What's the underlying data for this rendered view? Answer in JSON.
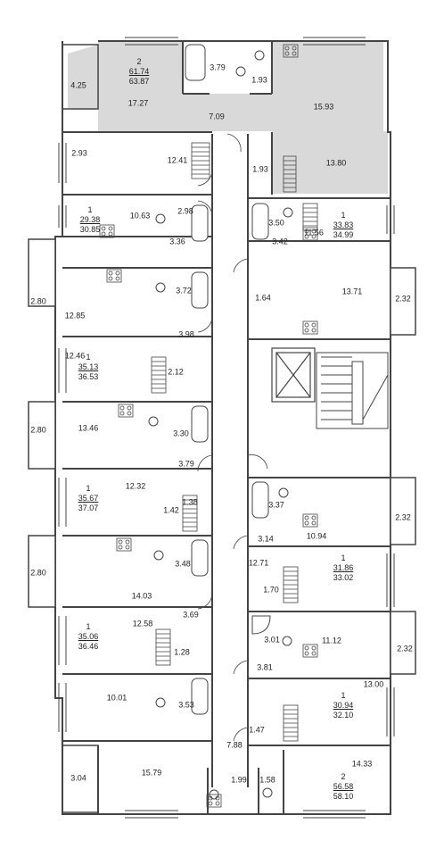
{
  "apartments": [
    {
      "rooms": "2",
      "living": "61.74",
      "total": "63.87"
    },
    {
      "rooms": "1",
      "living": "29.38",
      "total": "30.85"
    },
    {
      "rooms": "1",
      "living": "33.83",
      "total": "34.99"
    },
    {
      "rooms": "1",
      "living": "35.13",
      "total": "36.53"
    },
    {
      "rooms": "1",
      "living": "35.67",
      "total": "37.07"
    },
    {
      "rooms": "1",
      "living": "31.86",
      "total": "33.02"
    },
    {
      "rooms": "1",
      "living": "35.06",
      "total": "36.46"
    },
    {
      "rooms": "1",
      "living": "30.94",
      "total": "32.10"
    },
    {
      "rooms": "2",
      "living": "56.58",
      "total": "58.10"
    }
  ],
  "areas": [
    "4.25",
    "3.79",
    "1.93",
    "17.27",
    "7.09",
    "15.93",
    "1.93",
    "13.80",
    "2.93",
    "12.41",
    "2.98",
    "10.63",
    "3.36",
    "3.50",
    "3.42",
    "11.56",
    "2.80",
    "12.85",
    "3.72",
    "1.64",
    "13.71",
    "2.32",
    "3.98",
    "12.46",
    "2.12",
    "2.80",
    "13.46",
    "3.30",
    "3.79",
    "12.32",
    "1.42",
    "1.38",
    "3.37",
    "2.32",
    "3.14",
    "10.94",
    "2.80",
    "3.48",
    "12.71",
    "14.03",
    "1.70",
    "3.69",
    "12.58",
    "1.28",
    "3.01",
    "11.12",
    "2.32",
    "3.81",
    "13.00",
    "10.01",
    "3.53",
    "1.47",
    "7.88",
    "3.04",
    "15.79",
    "1.99",
    "1.58",
    "14.33"
  ]
}
